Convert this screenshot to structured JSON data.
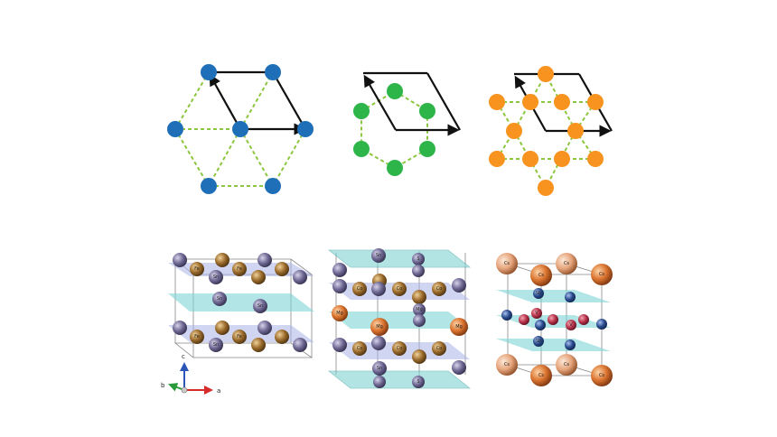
{
  "colors": {
    "lattice_blue": "#1f6fb8",
    "lattice_green": "#2db54a",
    "lattice_orange": "#f7931e",
    "bond_dash": "#8dc63f",
    "arrow": "#111111",
    "plane_cyan": "#7fd3d3",
    "plane_lavender": "#aab4e6",
    "atom_purple": "#6b6590",
    "atom_bronze": "#9a6a2c",
    "atom_orange": "#d8722e",
    "atom_peach": "#e6a57c",
    "atom_red": "#b8324a",
    "atom_navy": "#2a4b8d"
  },
  "labels": {
    "fe": "Fe",
    "sn": "Sn",
    "mg": "Mg",
    "co": "Co",
    "s": "S",
    "cs": "Cs",
    "v": "V",
    "sb": "Sb",
    "axis_a": "a",
    "axis_b": "b",
    "axis_c": "c"
  }
}
